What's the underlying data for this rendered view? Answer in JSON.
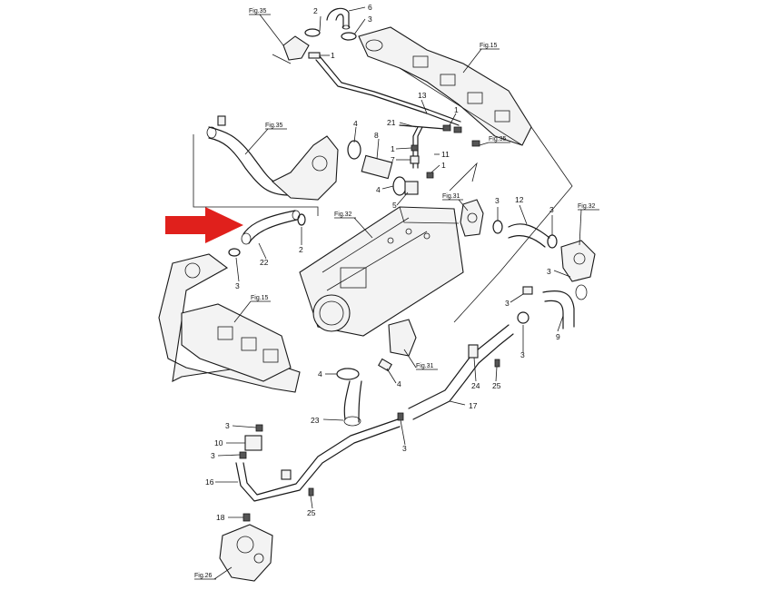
{
  "labels": {
    "n1a": "1",
    "n1b": "1",
    "n1c": "1",
    "n1d": "1",
    "n2a": "2",
    "n2b": "2",
    "n3a": "3",
    "n3b": "3",
    "n3c": "3",
    "n3d": "3",
    "n3e": "3",
    "n3f": "3",
    "n3g": "3",
    "n3h": "3",
    "n3i": "3",
    "n3j": "3",
    "n4a": "4",
    "n4b": "4",
    "n4c": "4",
    "n4d": "4",
    "n5": "5",
    "n6": "6",
    "n7": "7",
    "n8": "8",
    "n9": "9",
    "n10": "10",
    "n11": "11",
    "n12": "12",
    "n13": "13",
    "n16": "16",
    "n17": "17",
    "n18": "18",
    "n21": "21",
    "n22": "22",
    "n23": "23",
    "n24": "24",
    "n25a": "25",
    "n25b": "25"
  },
  "figrefs": {
    "f35a": "Fig.35",
    "f35b": "Fig.35",
    "f35c": "Fig.35",
    "f15a": "Fig.15",
    "f15b": "Fig.15",
    "f31a": "Fig.31",
    "f31b": "Fig.31",
    "f32a": "Fig.32",
    "f32b": "Fig.32",
    "f26": "Fig.26"
  },
  "colors": {
    "arrow": "#e0201c",
    "line": "#1a1a1a"
  }
}
